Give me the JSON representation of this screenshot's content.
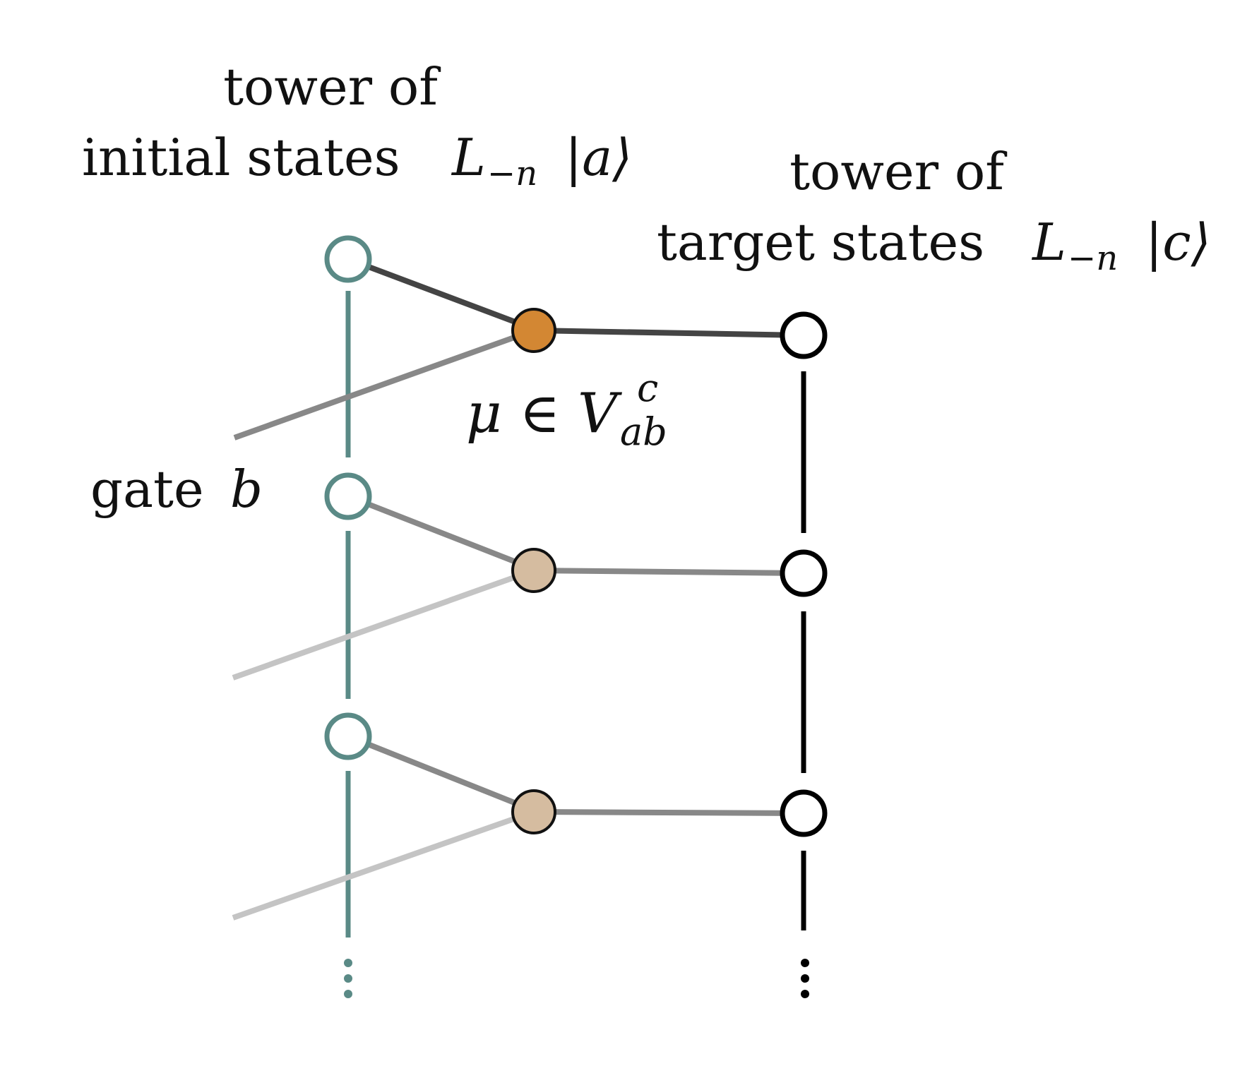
{
  "labels": {
    "initial_tower_line1": "tower of",
    "initial_tower_line2_prefix": "initial states",
    "initial_tower_math": "L",
    "initial_tower_math_sub": "−n",
    "initial_tower_math_ket": "|a⟩",
    "target_tower_line1": "tower of",
    "target_tower_line2_prefix": "target states",
    "target_tower_math": "L",
    "target_tower_math_sub": "−n",
    "target_tower_math_ket": "|c⟩",
    "gate_label_prefix": "gate",
    "gate_label_math": "b",
    "vertex_label_mu": "μ ∈ V",
    "vertex_label_sup": "c",
    "vertex_label_sub": "ab",
    "initial_ellipsis": "⋮",
    "target_ellipsis": "⋮"
  },
  "colors": {
    "initial_tower": "#5a8a86",
    "target_tower": "#000000",
    "vertex_active": "#d38733",
    "vertex_faded": "#d5bca0",
    "line_dark": "#444444",
    "line_mid": "#888888",
    "line_light": "#c4c4c4"
  },
  "levels": [
    {
      "level": 0,
      "emphasis": "active"
    },
    {
      "level": 1,
      "emphasis": "faded"
    },
    {
      "level": 2,
      "emphasis": "faded"
    }
  ]
}
